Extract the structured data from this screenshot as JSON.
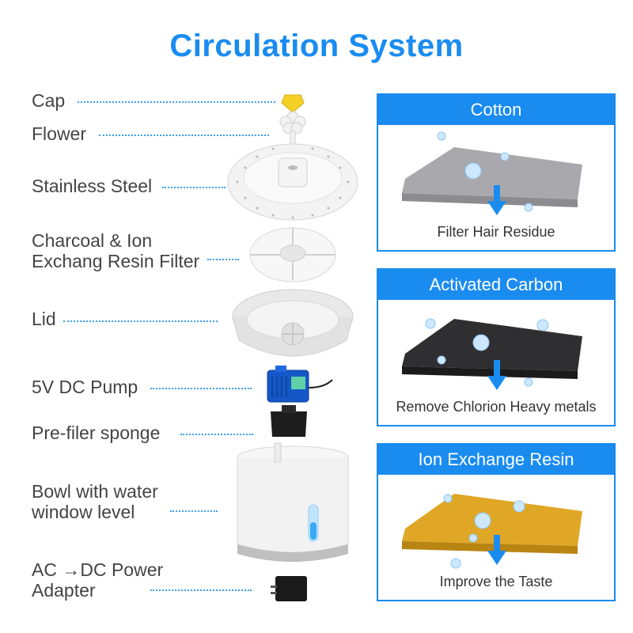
{
  "title": "Circulation System",
  "parts": [
    {
      "line1": "Cap",
      "line2": ""
    },
    {
      "line1": "Flower",
      "line2": ""
    },
    {
      "line1": "Stainless Steel",
      "line2": ""
    },
    {
      "line1": "Charcoal & Ion",
      "line2": "Exchang Resin Filter"
    },
    {
      "line1": "Lid",
      "line2": ""
    },
    {
      "line1": "5V DC Pump",
      "line2": ""
    },
    {
      "line1": "Pre-filer sponge",
      "line2": ""
    },
    {
      "line1": "Bowl with water",
      "line2": "window level"
    },
    {
      "line1": "AC →DC Power",
      "line2": "Adapter"
    }
  ],
  "filters": [
    {
      "title": "Cotton",
      "caption": "Filter Hair Residue",
      "color": "#a9a9ad"
    },
    {
      "title": "Activated Carbon",
      "caption": "Remove Chlorion Heavy metals",
      "color": "#2f2f31"
    },
    {
      "title": "Ion Exchange Resin",
      "caption": "Improve the Taste",
      "color": "#e0a726"
    }
  ],
  "colors": {
    "accent": "#1a8cf0",
    "pump": "#1557c7"
  }
}
